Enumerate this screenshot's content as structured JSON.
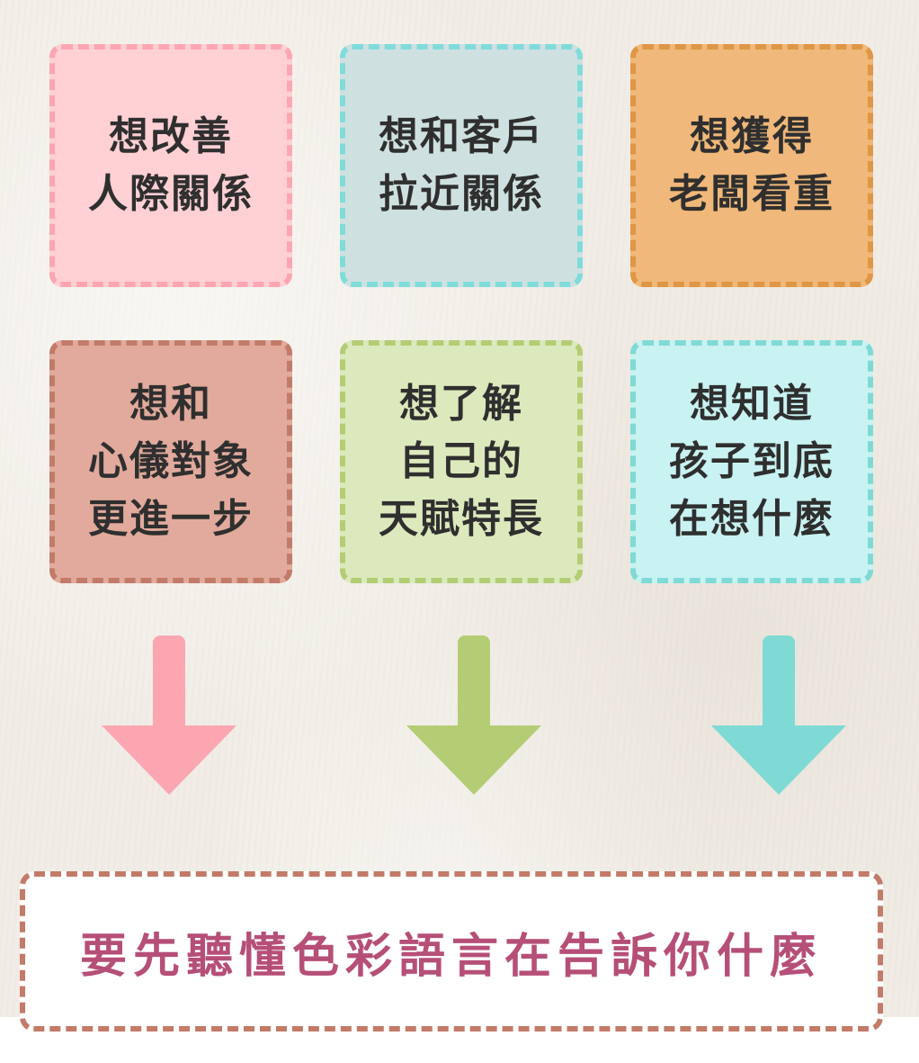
{
  "cards": [
    {
      "lines": [
        "想改善",
        "人際關係"
      ],
      "fill_color": "#ffd0d4",
      "border_color": "#fca6b1"
    },
    {
      "lines": [
        "想和客戶",
        "拉近關係"
      ],
      "fill_color": "#cee1e0",
      "border_color": "#7fdcdb"
    },
    {
      "lines": [
        "想獲得",
        "老闆看重"
      ],
      "fill_color": "#f0b87a",
      "border_color": "#df9645"
    },
    {
      "lines": [
        "想和",
        "心儀對象",
        "更進一步"
      ],
      "fill_color": "#e1aa9c",
      "border_color": "#c27b69"
    },
    {
      "lines": [
        "想了解",
        "自己的",
        "天賦特長"
      ],
      "fill_color": "#dce9bd",
      "border_color": "#b4cd74"
    },
    {
      "lines": [
        "想知道",
        "孩子到底",
        "在想什麼"
      ],
      "fill_color": "#c9f2f2",
      "border_color": "#7fdad5"
    }
  ],
  "arrows": [
    {
      "color": "#fca6b1",
      "icon": "arrow-down-icon"
    },
    {
      "color": "#b4cd74",
      "icon": "arrow-down-icon"
    },
    {
      "color": "#7fdad5",
      "icon": "arrow-down-icon"
    }
  ],
  "message": {
    "text": "要先聽懂色彩語言在告訴你什麼",
    "text_color": "#b64f78",
    "border_color": "#c27b69"
  }
}
